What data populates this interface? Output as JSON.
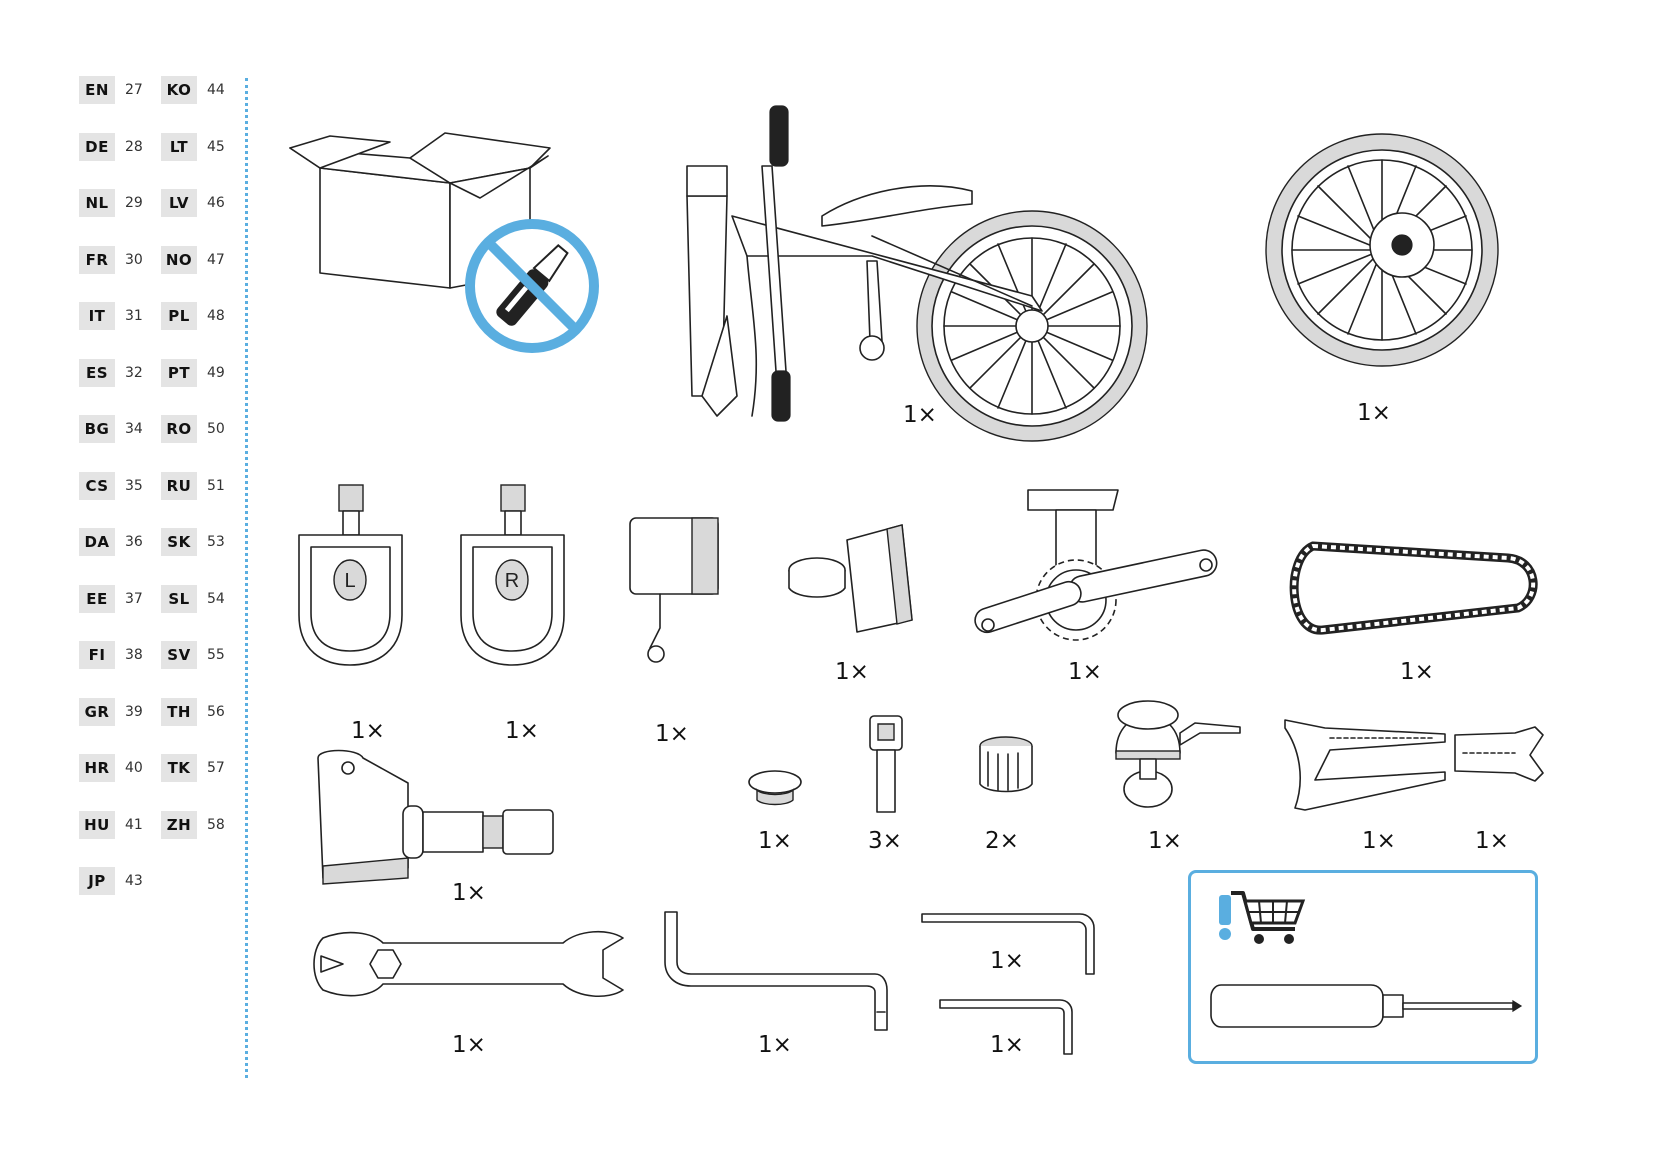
{
  "languages_left": [
    {
      "code": "EN",
      "page": "27"
    },
    {
      "code": "DE",
      "page": "28"
    },
    {
      "code": "NL",
      "page": "29"
    },
    {
      "code": "FR",
      "page": "30"
    },
    {
      "code": "IT",
      "page": "31"
    },
    {
      "code": "ES",
      "page": "32"
    },
    {
      "code": "BG",
      "page": "34"
    },
    {
      "code": "CS",
      "page": "35"
    },
    {
      "code": "DA",
      "page": "36"
    },
    {
      "code": "EE",
      "page": "37"
    },
    {
      "code": "FI",
      "page": "38"
    },
    {
      "code": "GR",
      "page": "39"
    },
    {
      "code": "HR",
      "page": "40"
    },
    {
      "code": "HU",
      "page": "41"
    },
    {
      "code": "JP",
      "page": "43"
    }
  ],
  "languages_right": [
    {
      "code": "KO",
      "page": "44"
    },
    {
      "code": "LT",
      "page": "45"
    },
    {
      "code": "LV",
      "page": "46"
    },
    {
      "code": "NO",
      "page": "47"
    },
    {
      "code": "PL",
      "page": "48"
    },
    {
      "code": "PT",
      "page": "49"
    },
    {
      "code": "RO",
      "page": "50"
    },
    {
      "code": "RU",
      "page": "51"
    },
    {
      "code": "SK",
      "page": "53"
    },
    {
      "code": "SL",
      "page": "54"
    },
    {
      "code": "SV",
      "page": "55"
    },
    {
      "code": "TH",
      "page": "56"
    },
    {
      "code": "TK",
      "page": "57"
    },
    {
      "code": "ZH",
      "page": "58"
    }
  ],
  "parts": {
    "bike_frame": "1×",
    "rear_wheel": "1×",
    "pedal_left": "1×",
    "pedal_right": "1×",
    "pedal_left_mark": "L",
    "pedal_right_mark": "R",
    "light": "1×",
    "reflector": "1×",
    "crankset": "1×",
    "chain": "1×",
    "pedal_tool": "1×",
    "cap": "1×",
    "bolt": "3×",
    "valve_cap": "2×",
    "bell": "1×",
    "chainguard_long": "1×",
    "chainguard_short": "1×",
    "wrench": "1×",
    "hex_key_large": "1×",
    "hex_key_medium": "1×",
    "hex_key_small": "1×"
  },
  "colors": {
    "accent_blue": "#5aaee0",
    "tab_gray": "#e4e4e4"
  },
  "icons": {
    "no_knife": "no-cutter-icon",
    "purchase": "shopping-cart-icon",
    "warning": "exclamation-icon"
  }
}
